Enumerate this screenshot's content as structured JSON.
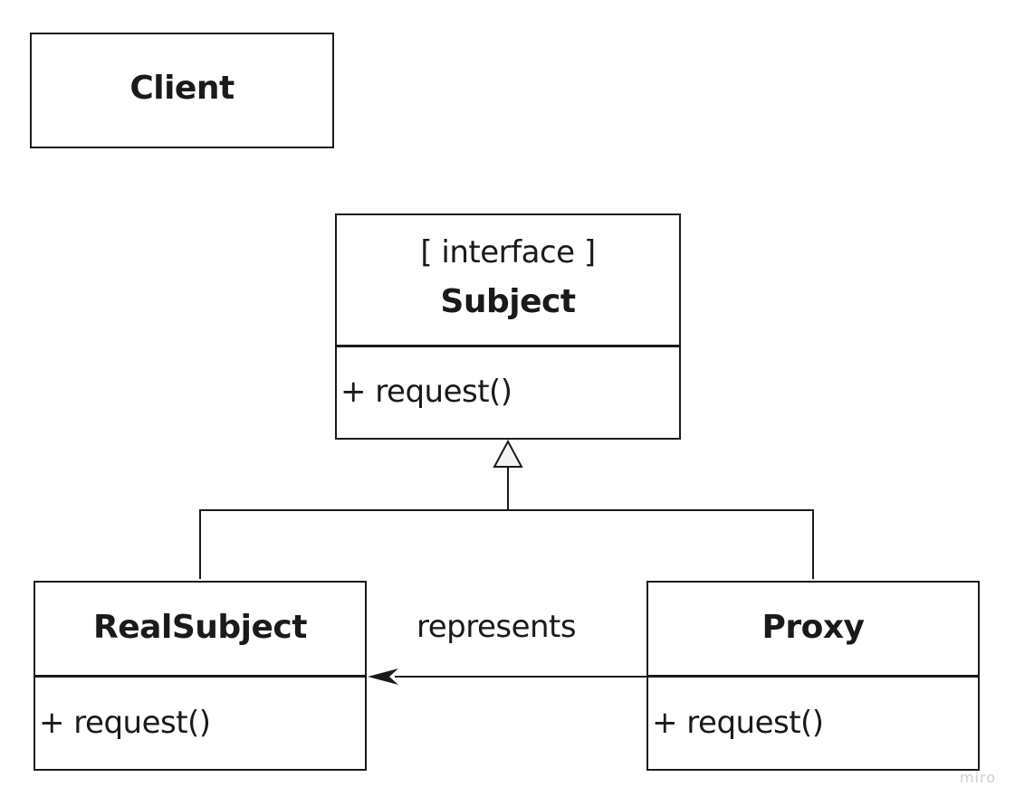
{
  "client": {
    "name": "Client"
  },
  "subject": {
    "stereotype": "[ interface ]",
    "name": "Subject",
    "method": "+ request()"
  },
  "real_subject": {
    "name": "RealSubject",
    "method": "+ request()"
  },
  "proxy": {
    "name": "Proxy",
    "method": "+ request()"
  },
  "association": {
    "label": "represents"
  },
  "watermark": {
    "text": "miro"
  }
}
